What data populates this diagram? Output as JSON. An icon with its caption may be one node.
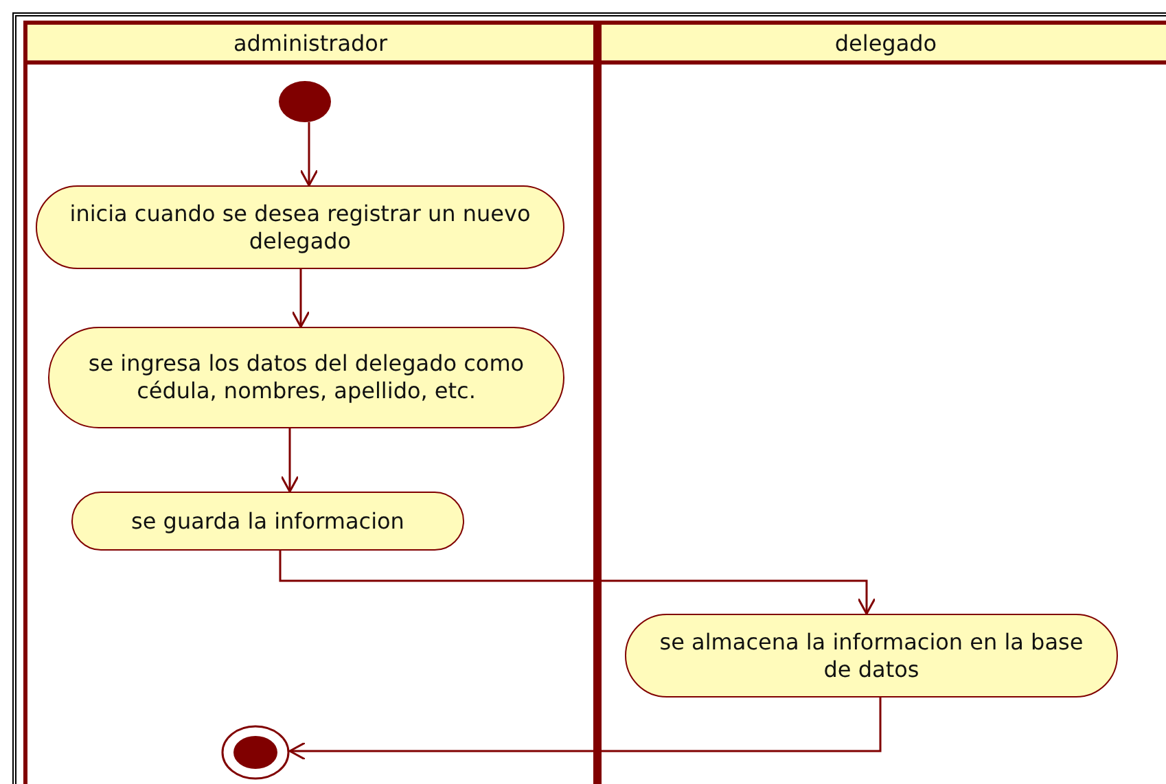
{
  "diagram": {
    "nodes": [
      {
        "text": [
          "administrador"
        ]
      },
      {
        "text": [
          "delegado"
        ]
      },
      {
        "text": [],
        "shape": "circle",
        "in": 0
      },
      {
        "text": [
          "inicia cuando se desea registrar un nuevo delegado"
        ],
        "in": 0
      },
      {
        "text": [
          "se ingresa los datos del delegado como cédula, nombres, apellido, etc."
        ],
        "in": 0
      },
      {
        "text": [
          "se guarda la informacion"
        ],
        "in": 0
      },
      {
        "text": [
          "se almacena la informacion en la base de datos"
        ],
        "in": 1
      },
      {
        "text": [],
        "shape": "circle",
        "in": 0
      }
    ],
    "edges": [
      {
        "from": 2,
        "to": 3,
        "arrow": "to"
      },
      {
        "from": 3,
        "to": 4,
        "arrow": "to"
      },
      {
        "from": 4,
        "to": 5,
        "arrow": "to"
      },
      {
        "from": 5,
        "to": 6,
        "arrow": "to"
      },
      {
        "from": 6,
        "to": 7,
        "arrow": "to"
      }
    ]
  }
}
